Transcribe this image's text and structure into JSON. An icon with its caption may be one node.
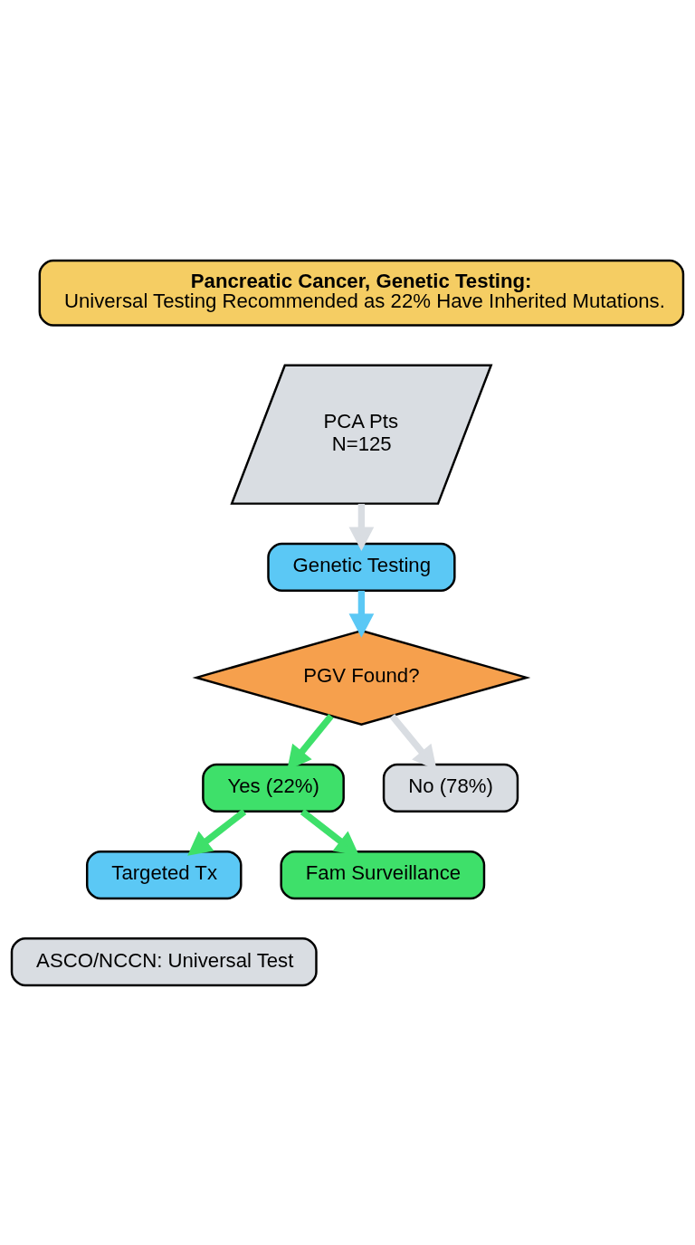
{
  "diagram": {
    "nodes": [
      {
        "text": [
          "Pancreatic Cancer, Genetic Testing:",
          "Universal Testing Recommended as 22% Have Inherited Mutations."
        ]
      },
      {
        "text": [
          "PCA Pts",
          "N=125"
        ]
      },
      {
        "text": [
          "Genetic Testing"
        ]
      },
      {
        "text": [
          "PGV Found?"
        ]
      },
      {
        "text": [
          "Yes (22%)"
        ]
      },
      {
        "text": [
          "No (78%)"
        ]
      },
      {
        "text": [
          "Targeted Tx"
        ]
      },
      {
        "text": [
          "Fam Surveillance"
        ]
      },
      {
        "text": [
          "ASCO/NCCN: Universal Test"
        ]
      }
    ],
    "edges": [
      {
        "from": 1,
        "to": 2,
        "arrow": "to",
        "color": "#d9dde2"
      },
      {
        "from": 2,
        "to": 3,
        "arrow": "to",
        "color": "#5bc8f5"
      },
      {
        "from": 3,
        "to": 4,
        "arrow": "to",
        "color": "#3ee06a"
      },
      {
        "from": 3,
        "to": 5,
        "arrow": "to",
        "color": "#d9dde2"
      },
      {
        "from": 4,
        "to": 6,
        "arrow": "to",
        "color": "#3ee06a"
      },
      {
        "from": 4,
        "to": 7,
        "arrow": "to",
        "color": "#3ee06a"
      }
    ]
  }
}
